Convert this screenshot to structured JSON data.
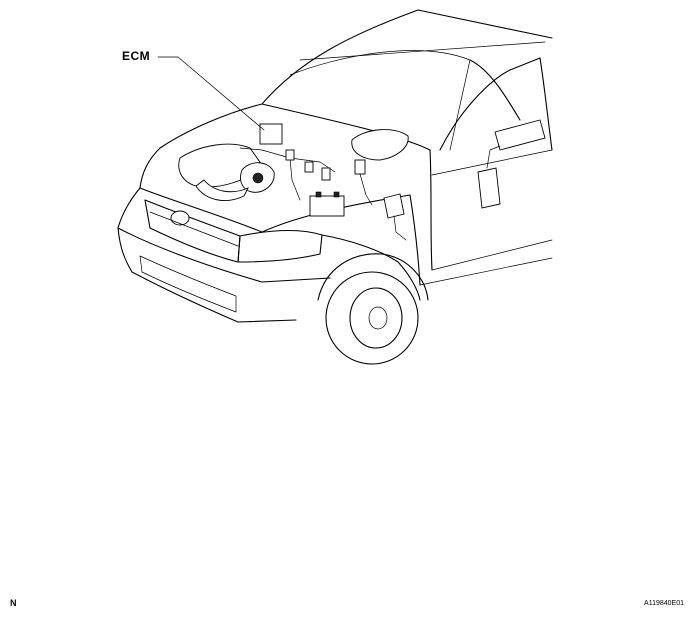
{
  "callouts": {
    "ecm": "ECM"
  },
  "footer": {
    "corner_letter": "N",
    "figure_code": "A119840E01"
  }
}
